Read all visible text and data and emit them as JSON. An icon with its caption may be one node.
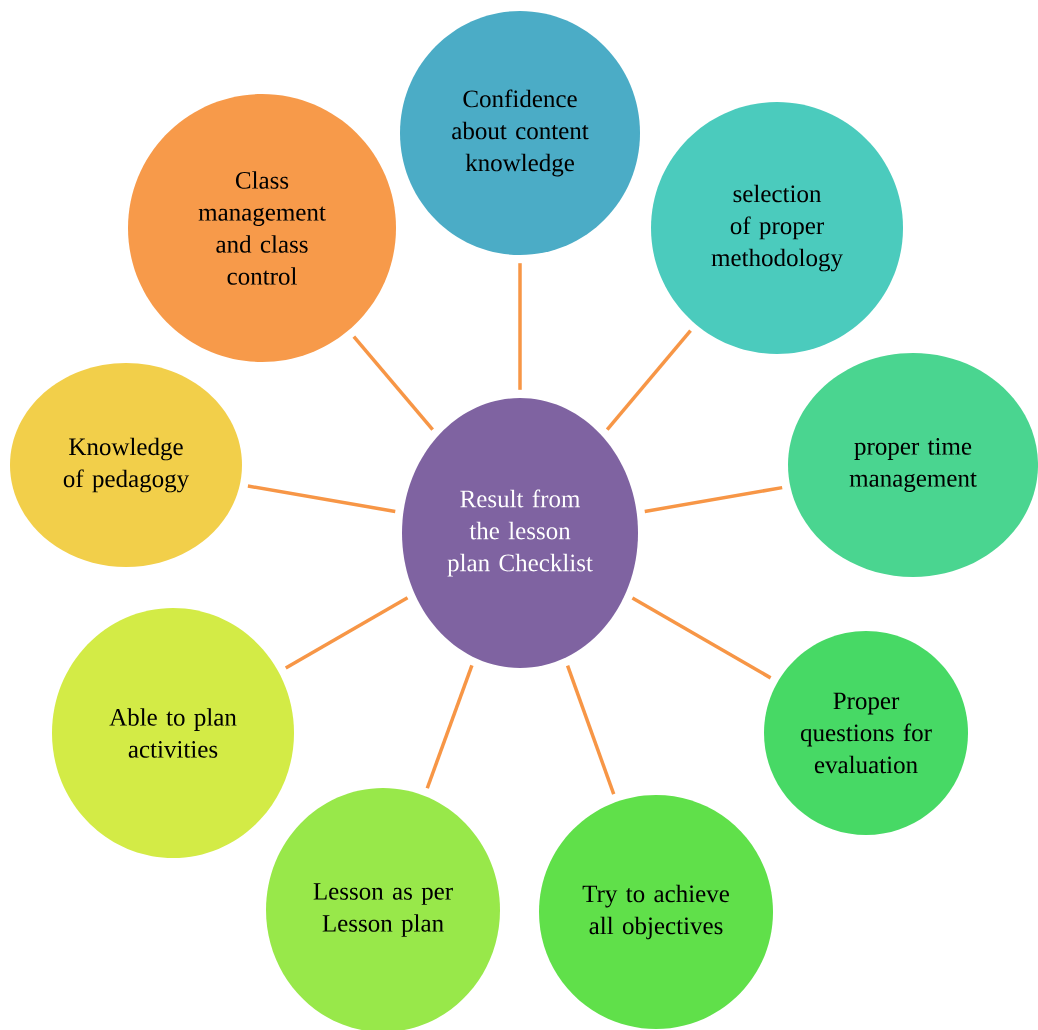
{
  "diagram": {
    "nodes": [
      {
        "text": [
          "Result from the lesson plan Checklist"
        ]
      },
      {
        "text": [
          "Confidence about content knowledge"
        ]
      },
      {
        "text": [
          "selection of proper methodology"
        ]
      },
      {
        "text": [
          "proper time management"
        ]
      },
      {
        "text": [
          "Proper questions for evaluation"
        ]
      },
      {
        "text": [
          "Try to achieve all objectives"
        ]
      },
      {
        "text": [
          "Lesson as per Lesson plan"
        ]
      },
      {
        "text": [
          "Able to plan activities"
        ]
      },
      {
        "text": [
          "Knowledge of pedagogy"
        ]
      },
      {
        "text": [
          "Class management and class control"
        ]
      }
    ],
    "edges": [
      {
        "from": 0,
        "to": 1,
        "arrow": "none"
      },
      {
        "from": 0,
        "to": 2,
        "arrow": "none"
      },
      {
        "from": 0,
        "to": 3,
        "arrow": "none"
      },
      {
        "from": 0,
        "to": 4,
        "arrow": "none"
      },
      {
        "from": 0,
        "to": 5,
        "arrow": "none"
      },
      {
        "from": 0,
        "to": 6,
        "arrow": "none"
      },
      {
        "from": 0,
        "to": 7,
        "arrow": "none"
      },
      {
        "from": 0,
        "to": 8,
        "arrow": "none"
      },
      {
        "from": 0,
        "to": 9,
        "arrow": "none"
      }
    ]
  }
}
